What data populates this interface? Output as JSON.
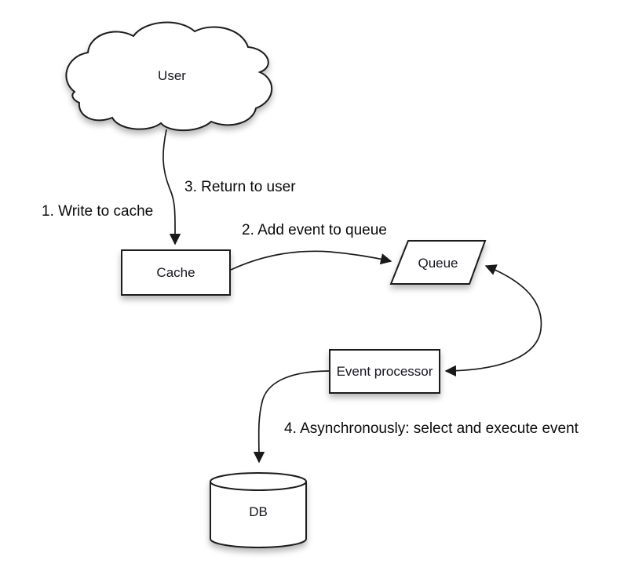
{
  "diagram": {
    "type": "flow-diagram",
    "subject": "write-behind cache with asynchronous event queue",
    "background_color": "#ffffff",
    "stroke_color": "#1a1a1a",
    "shape_fill_color": "#ffffff",
    "node_text_color": "#15151d",
    "label_text_color": "#0a0a0a",
    "nodes": {
      "user": {
        "label": "User",
        "shape": "cloud"
      },
      "cache": {
        "label": "Cache",
        "shape": "rectangle"
      },
      "queue": {
        "label": "Queue",
        "shape": "parallelogram"
      },
      "event_processor": {
        "label": "Event processor",
        "shape": "rectangle"
      },
      "db": {
        "label": "DB",
        "shape": "cylinder"
      }
    },
    "labels": {
      "step1": "1. Write to cache",
      "step2": "2. Add event to queue",
      "step3": "3. Return to user",
      "step4": "4. Asynchronously: select and execute event"
    },
    "edges": [
      {
        "from": "user",
        "to": "cache",
        "direction": "one-way",
        "labels": [
          "1. Write to cache",
          "3. Return to user"
        ]
      },
      {
        "from": "cache",
        "to": "queue",
        "direction": "one-way",
        "labels": [
          "2. Add event to queue"
        ]
      },
      {
        "from": "queue",
        "to": "event_processor",
        "direction": "two-way",
        "labels": []
      },
      {
        "from": "event_processor",
        "to": "db",
        "direction": "one-way",
        "labels": [
          "4. Asynchronously: select and execute event"
        ]
      }
    ]
  }
}
